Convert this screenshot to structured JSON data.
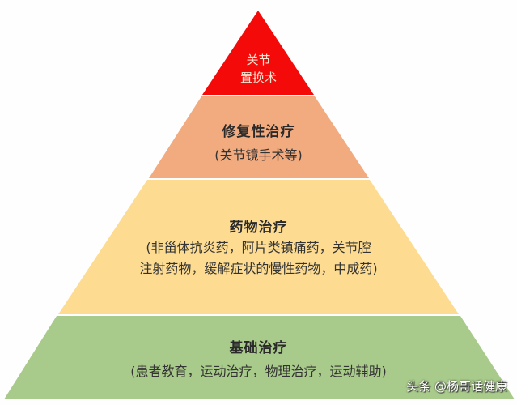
{
  "colors": {
    "tier1": "#f50a0a",
    "tier2": "#f2aa7f",
    "tier3": "#fddc92",
    "tier4": "#a8ca8a",
    "background": "#fefefe"
  },
  "tiers": [
    {
      "title_line1": "关节",
      "title_line2": "置换术"
    },
    {
      "title": "修复性治疗",
      "desc": "(关节镜手术等)"
    },
    {
      "title": "药物治疗",
      "desc_line1": "(非甾体抗炎药，阿片类镇痛药，关节腔",
      "desc_line2": "注射药物，缓解症状的慢性药物，中成药)"
    },
    {
      "title": "基础治疗",
      "desc": "(患者教育，运动治疗，物理治疗，运动辅助)"
    }
  ],
  "watermark": "头条 @杨哥话健康"
}
